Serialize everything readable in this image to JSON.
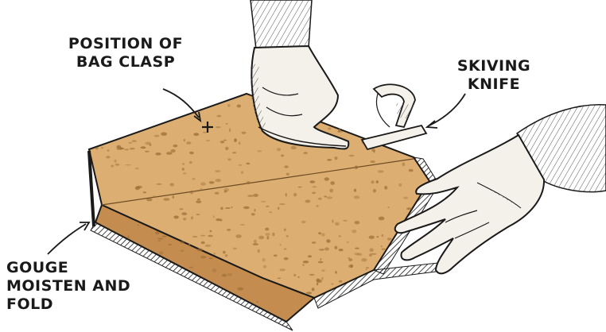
{
  "labels": {
    "clasp_line1": "POSITION OF",
    "clasp_line2": "BAG CLASP",
    "knife_line1": "SKIVING",
    "knife_line2": "KNIFE",
    "gouge_line1": "GOUGE",
    "gouge_line2": "MOISTEN AND",
    "gouge_line3": "FOLD"
  },
  "clasp_mark": "+",
  "colors": {
    "leather": "#dcae71",
    "leather_dark": "#c48d4f",
    "mottle": "#9a6b35",
    "ink": "#1a1a1a",
    "skin": "#f4f1ea"
  }
}
